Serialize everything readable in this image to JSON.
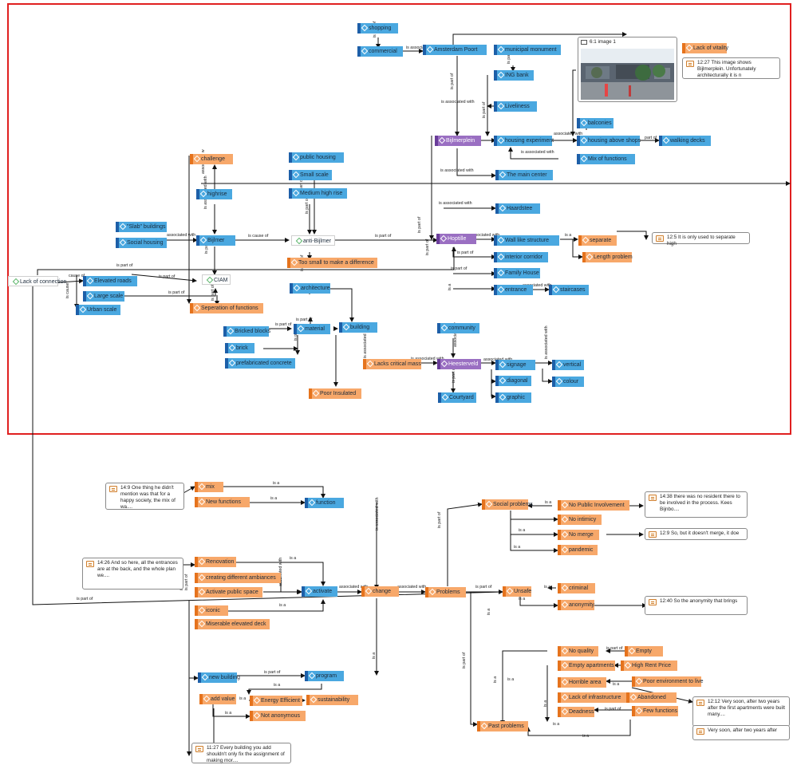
{
  "nodes": {
    "n_shopping": "shopping",
    "n_commercial": "commercial",
    "n_amsterdam_poort": "Amsterdam Poort",
    "n_municipal_monument": "municipal monument",
    "n_ing_bank": "ING bank",
    "n_liveliness": "Liveliness",
    "n_bijlmerplein": "Bijlmerplein",
    "n_housing_experiment": "housing experiment",
    "n_balconies": "balconies",
    "n_housing_above_shops": "housing above shops",
    "n_walking_decks": "walking decks",
    "n_mix_of_functions": "Mix of functions",
    "n_main_center": "The main center",
    "n_lack_vitality": "Lack of vitality",
    "n_challenge": "challenge",
    "n_public_housing": "public housing",
    "n_small_scale": "Small scale",
    "n_highrise": "highrise",
    "n_medium_high_rise": "Medium high rise",
    "n_slab_buildings": "\"Slab\" buildings",
    "n_social_housing": "Social housing",
    "n_bijlmer": "Bijlmer",
    "n_anti_bijlmer": "anti-Bijlmer",
    "n_haardstee": "Haardstee",
    "n_hoptille": "Hoptille",
    "n_wall_like": "Wall like structure",
    "n_separate": "separate",
    "n_length_problem": "Length problem",
    "n_interior_corridor": "interior corridor",
    "n_family_house": "Family House",
    "n_entrance": "entrance",
    "n_staircases": "staircases",
    "n_too_small": "Too small to make a difference",
    "n_lack_connection": "Lack of connection",
    "n_elevated_roads": "Elevated roads",
    "n_ciam": "CIAM",
    "n_large_scale": "Large scale",
    "n_urban_scale": "Urban scale",
    "n_separation_functions": "Seperation of functions",
    "n_architecture": "architecture",
    "n_bricked_blocks": "Bricked blocks",
    "n_material": "material",
    "n_building": "building",
    "n_brick": "brick",
    "n_prefab": "prefabricated concrete",
    "n_community": "community",
    "n_lacks_critical_mass": "Lacks critical mass",
    "n_heesterveld": "Heesterveld",
    "n_signage": "signage",
    "n_vertical": "vertical",
    "n_diagonal": "diagonal",
    "n_colour": "colour",
    "n_graphic": "graphic",
    "n_courtyard": "Courtyard",
    "n_poor_insulated": "Poor Insulated",
    "n_mix": "mix",
    "n_new_functions": "New functions",
    "n_function": "function",
    "n_renovation": "Renovation",
    "n_diff_ambiances": "creating different ambiances",
    "n_activate_public": "Activate public space",
    "n_activate": "activate",
    "n_change": "change",
    "n_problems": "Problems",
    "n_iconic": "iconic",
    "n_miserable_deck": "Miserable elevated deck",
    "n_social_problems": "Social problems",
    "n_no_public_involvement": "No Public Involvement",
    "n_no_intimicy": "No intimicy",
    "n_no_merge": "No merge",
    "n_pandemic": "pandemic",
    "n_unsafe": "Unsafe",
    "n_criminal": "criminal",
    "n_anonymity": "anonymity",
    "n_new_building": "new building",
    "n_program": "program",
    "n_add_value": "add value",
    "n_energy_efficient": "Energy Efficient",
    "n_sustainability": "sustainability",
    "n_not_anonymous": "Not anonymous",
    "n_no_quality": "No quality",
    "n_empty": "Empty",
    "n_empty_apartments": "Empty apartments",
    "n_high_rent": "High Rent Price",
    "n_horrible_area": "Horrible area",
    "n_poor_environment": "Poor environment to live",
    "n_lack_infrastructure": "Lack of infrastructure",
    "n_abandoned": "Abandoned",
    "n_deadness": "Deadness",
    "n_few_functions": "Few functions",
    "n_past_problems": "Past problems"
  },
  "memos": {
    "m_1227": "12:27 This image shows Bijlmerplein. Unfortunately architecturally it is n",
    "m_125": "12:5 It is only used to separate high",
    "m_149": "14:9 One thing he didn't mention was that for a happy society, the mix of wa....",
    "m_1438": "14:38 there was no resident there to be involved in the process. Kees Bijnbo....",
    "m_129": "12:9 So, but it doesn't merge, it doe",
    "m_1426": "14:26 And so here, all the entrances are at the back, and the whole plan we....",
    "m_1240": "12:40 So the anonymity that brings",
    "m_1212": "12:12 Very soon, after two years after the first apartments were built many....",
    "m_1212_b": "Very soon, after two years after",
    "m_1127": "11:27 Every building you add shouldn't only fix the assignment of making mor...."
  },
  "image_title": "6:1 image 1",
  "labels": {
    "part_of": "is part of",
    "associated_with": "is associated with",
    "associated_with_short": "associated with",
    "is_a": "is a",
    "cause_of": "is cause of",
    "cause_of_short": "is cause",
    "cause_of_chip": "cause of",
    "associated_with_clip": "associated w",
    "part_of_short": "part of",
    "isa_short": "is a",
    "cause_of_2": "is cause of"
  },
  "colors": {
    "frame": "#e02020",
    "blue": "#4aa8e0",
    "orange": "#f7a86a",
    "purple": "#9a6fc2"
  }
}
